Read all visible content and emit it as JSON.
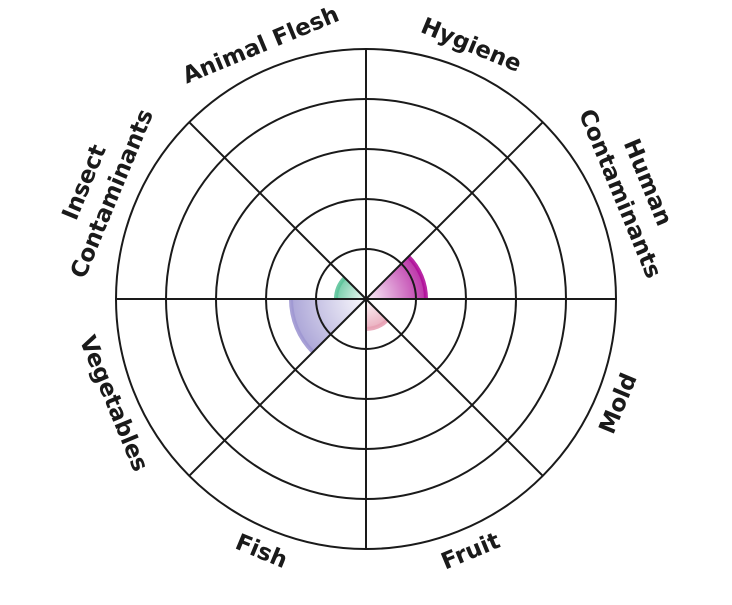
{
  "chart_data": {
    "type": "polar-area",
    "title": "",
    "rings": 5,
    "rmax": 5,
    "grid": true,
    "categories": [
      "Hygiene",
      "Human Contaminants",
      "Mold",
      "Fruit",
      "Fish",
      "Vegetables",
      "Insect Contaminants",
      "Animal Flesh"
    ],
    "label_lines": [
      [
        "Hygiene"
      ],
      [
        "Human",
        "Contaminants"
      ],
      [
        "Mold"
      ],
      [
        "Fruit"
      ],
      [
        "Fish"
      ],
      [
        "Vegetables"
      ],
      [
        "Insect",
        "Contaminants"
      ],
      [
        "Animal Flesh"
      ]
    ],
    "values": [
      0,
      1.2,
      0,
      0.6,
      0,
      1.5,
      0.6,
      0
    ],
    "colors": [
      "#cccccc",
      "#b0109a",
      "#cccccc",
      "#e7a1b4",
      "#cccccc",
      "#9e97d1",
      "#5ec49b",
      "#cccccc"
    ]
  }
}
